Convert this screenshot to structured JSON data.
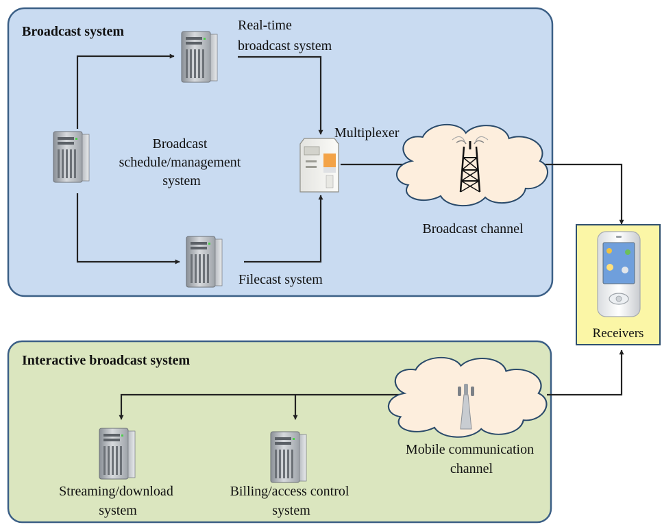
{
  "broadcast_system": {
    "title": "Broadcast system",
    "realtime_label": [
      "Real-time",
      "broadcast system"
    ],
    "schedule_label": [
      "Broadcast",
      "schedule/management",
      "system"
    ],
    "multiplexer_label": "Multiplexer",
    "filecast_label": "Filecast system",
    "channel_label": "Broadcast channel"
  },
  "interactive_system": {
    "title": "Interactive broadcast system",
    "streaming_label": [
      "Streaming/download",
      "system"
    ],
    "billing_label": [
      "Billing/access control",
      "system"
    ],
    "mobile_label": [
      "Mobile communication",
      "channel"
    ]
  },
  "receivers": {
    "label": "Receivers"
  },
  "colors": {
    "broadcast_fill": "#c9dbf1",
    "interactive_fill": "#dbe6bf",
    "box_border": "#3b5f86",
    "receiver_fill": "#fbf6a6",
    "receiver_border": "#2f4f6f",
    "cloud_fill": "#fdeedd",
    "cloud_stroke": "#2a4a6a",
    "connector": "#222222"
  },
  "icons": {
    "server": "server-tower-icon",
    "multiplexer": "multiplexer-cabinet-icon",
    "broadcast_tower": "broadcast-tower-icon",
    "cell_antenna": "cell-antenna-icon",
    "phone": "mobile-phone-icon"
  }
}
